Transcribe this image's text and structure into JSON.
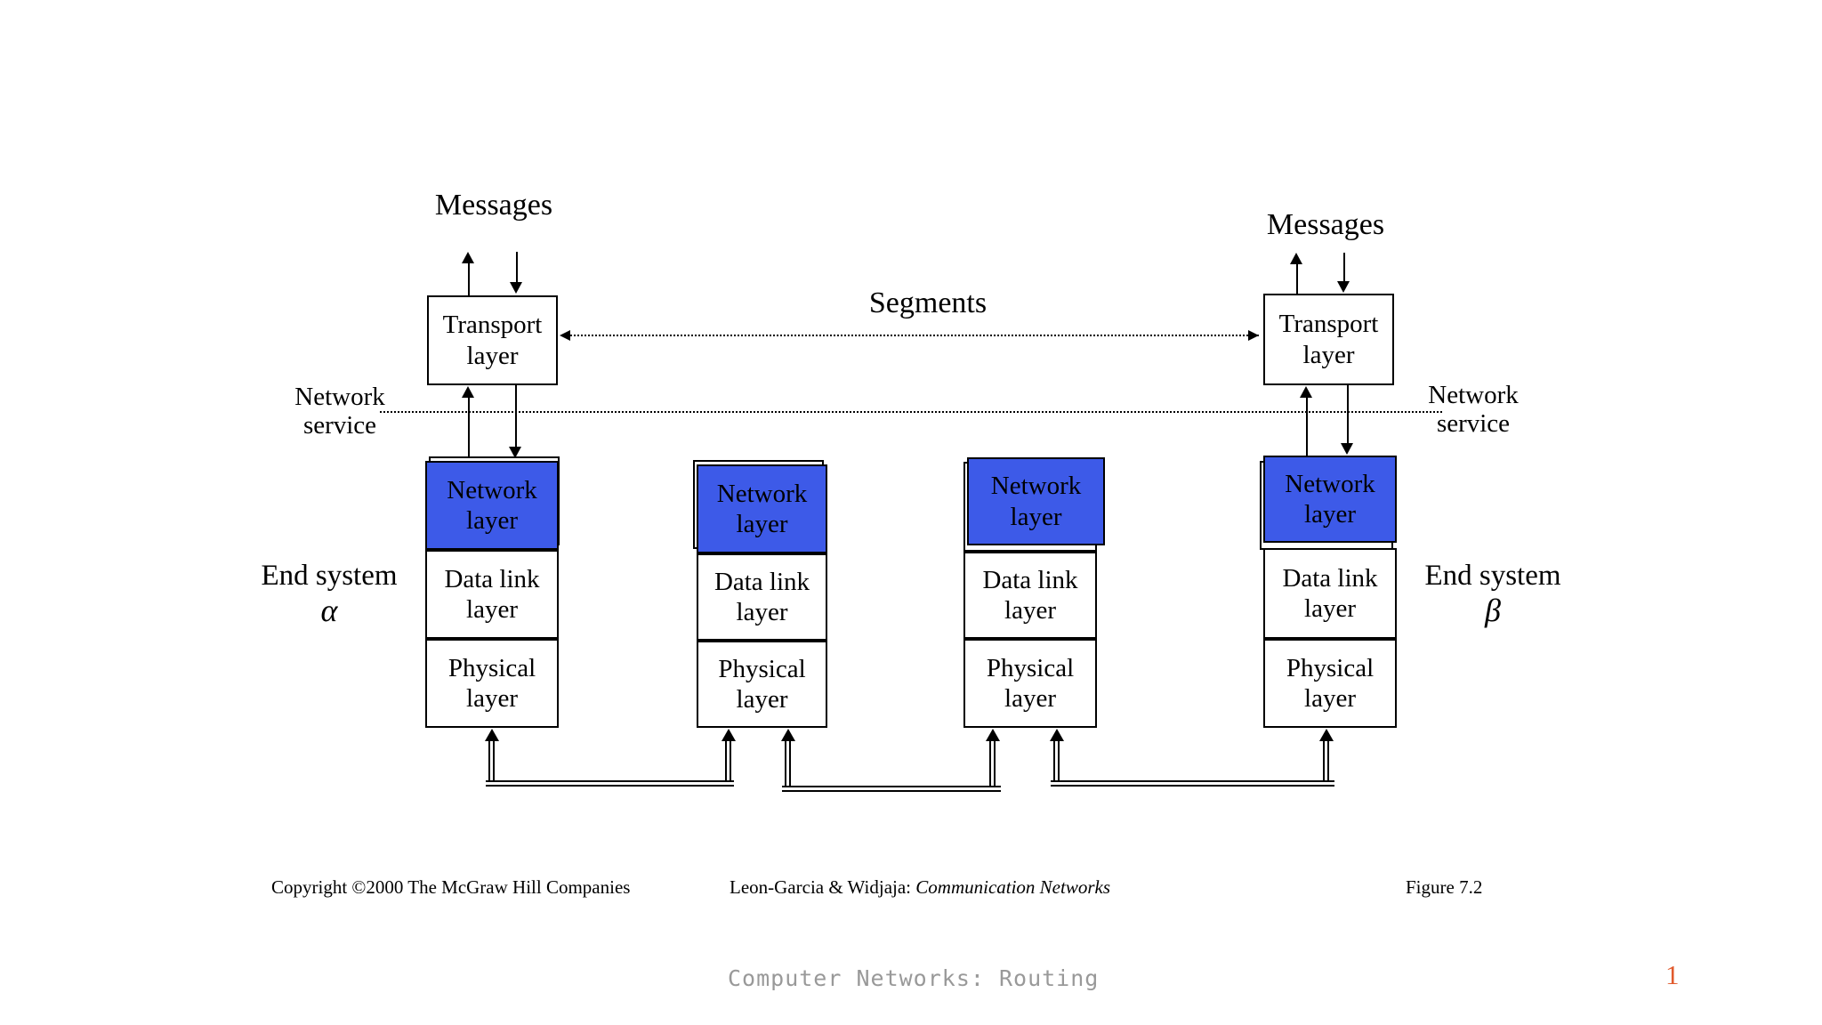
{
  "labels": {
    "messages_left": "Messages",
    "messages_right": "Messages",
    "segments": "Segments",
    "network_service_left": "Network service",
    "network_service_right": "Network service"
  },
  "end_systems": [
    {
      "title": "End system",
      "symbol": "α"
    },
    {
      "title": "End system",
      "symbol": "β"
    }
  ],
  "stacks": [
    {
      "name": "end-system-alpha",
      "layers": {
        "transport": "Transport layer",
        "network": "Network layer",
        "datalink": "Data link layer",
        "physical": "Physical layer"
      }
    },
    {
      "name": "router-1",
      "layers": {
        "network": "Network layer",
        "datalink": "Data link layer",
        "physical": "Physical layer"
      }
    },
    {
      "name": "router-2",
      "layers": {
        "network": "Network layer",
        "datalink": "Data link layer",
        "physical": "Physical layer"
      }
    },
    {
      "name": "end-system-beta",
      "layers": {
        "transport": "Transport layer",
        "network": "Network layer",
        "datalink": "Data link layer",
        "physical": "Physical layer"
      }
    }
  ],
  "footer": {
    "copyright": "Copyright ©2000 The McGraw Hill Companies",
    "credit_prefix": "Leon-Garcia & Widjaja: ",
    "credit_title": "Communication Networks",
    "figure": "Figure 7.2",
    "course": "Computer Networks: Routing",
    "page": "1"
  },
  "colors": {
    "network_layer_fill": "#3D5AE8",
    "course_text": "#999999",
    "page_number": "#E15A2D"
  }
}
